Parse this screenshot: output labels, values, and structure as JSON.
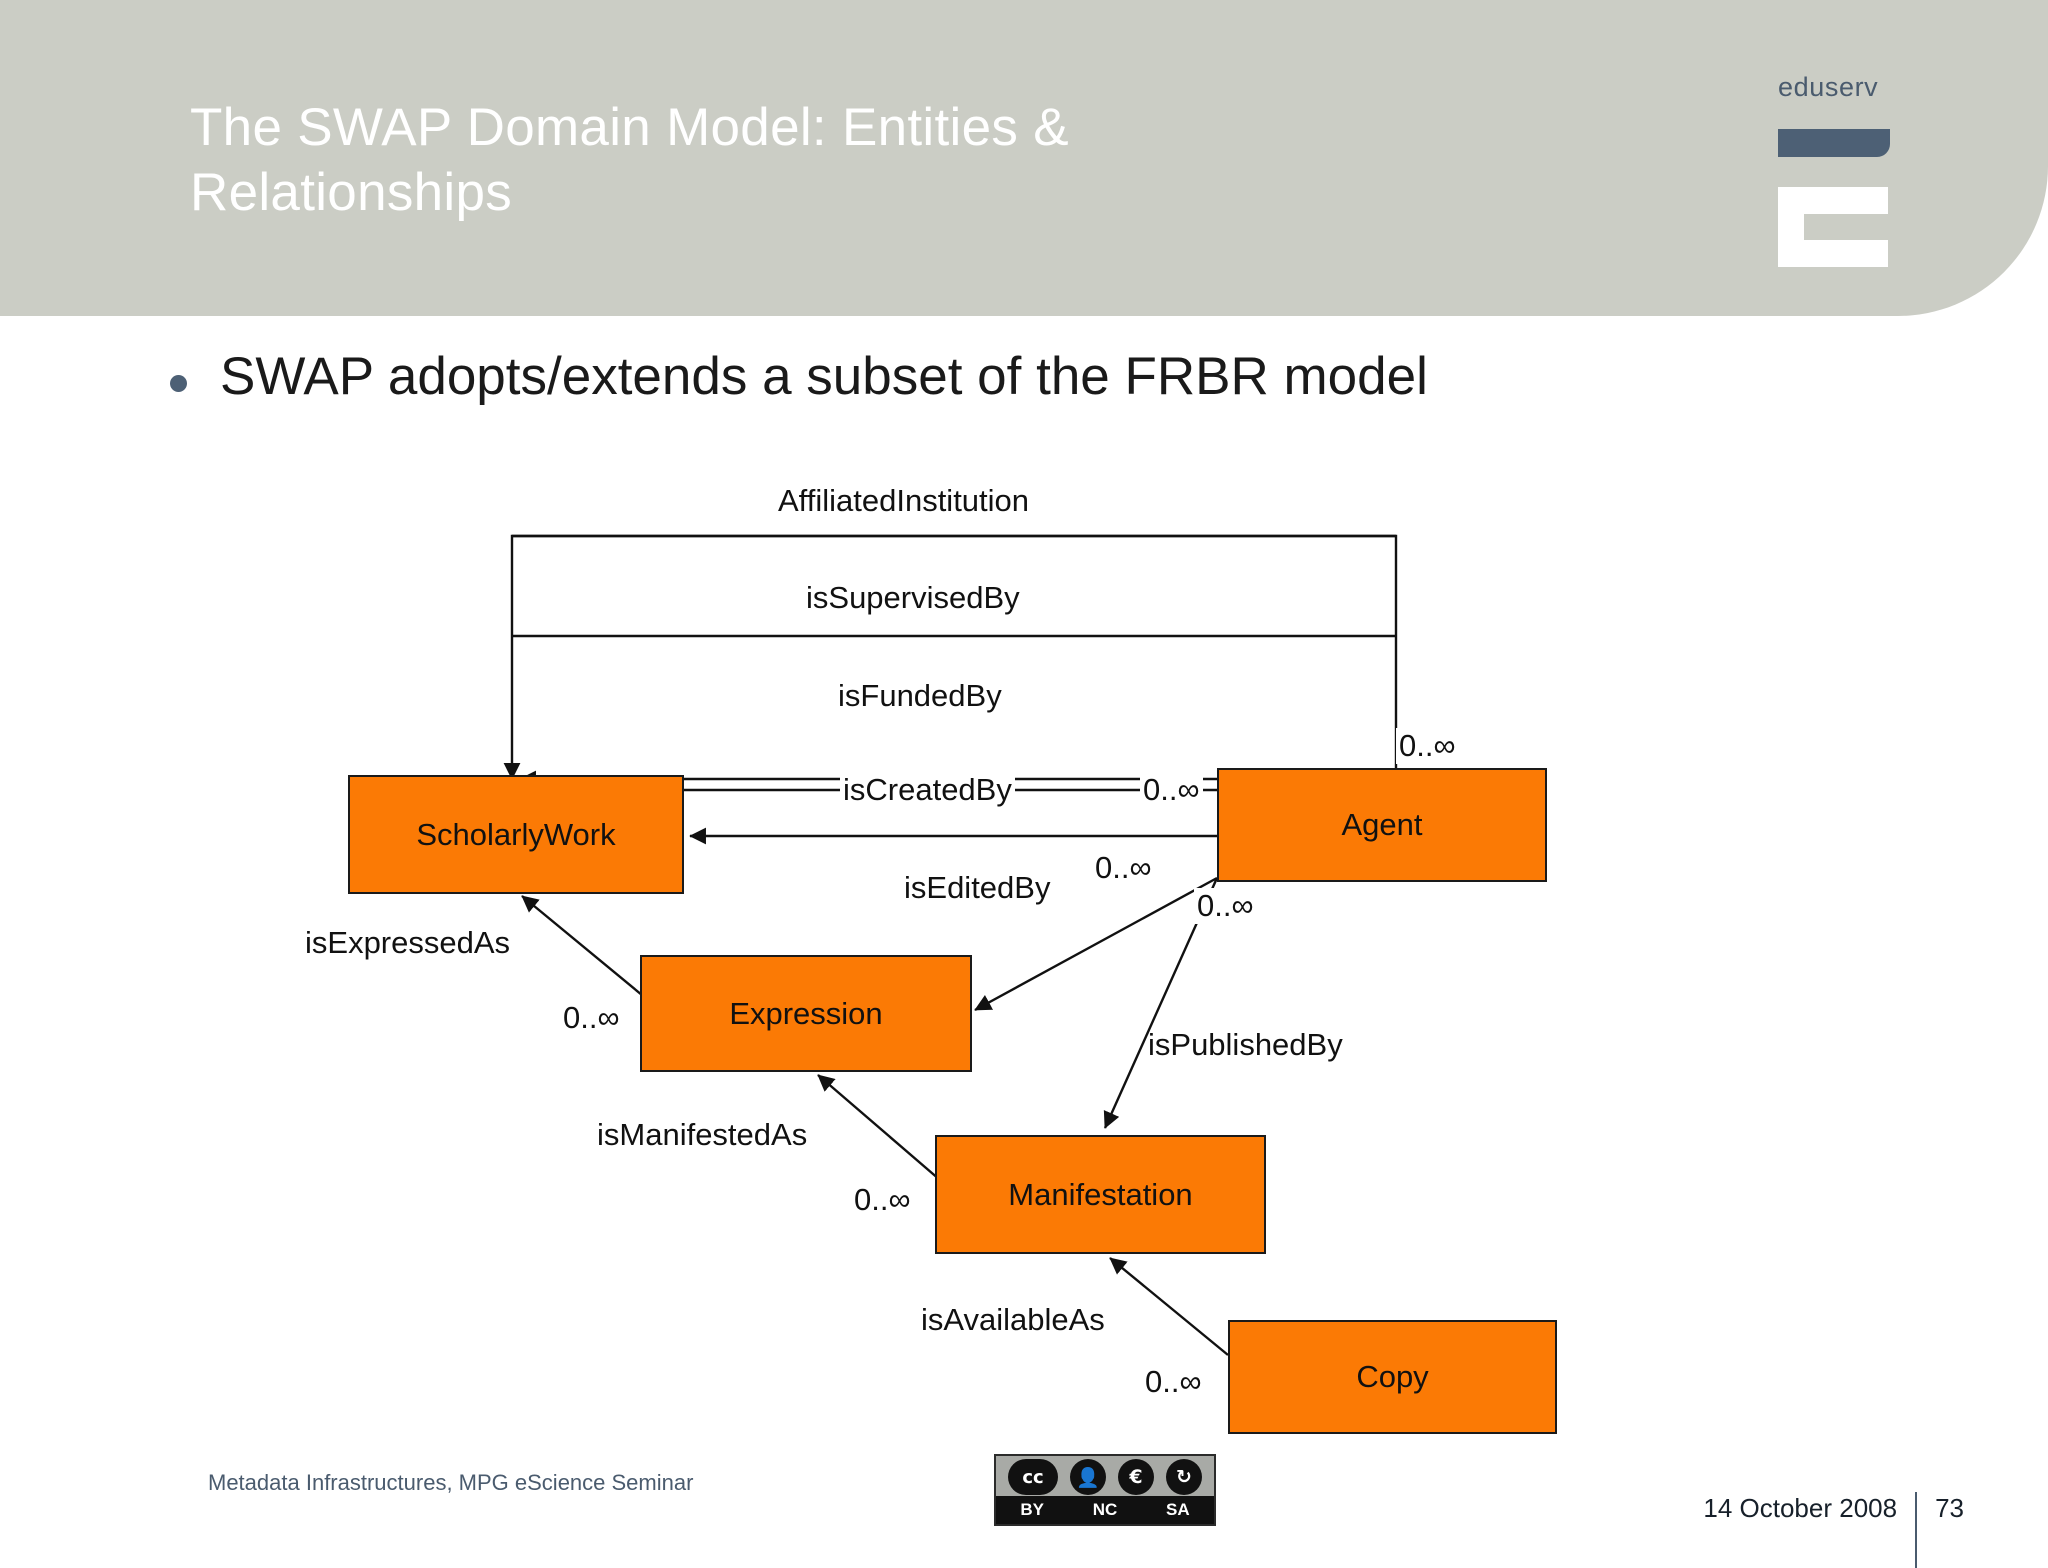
{
  "header": {
    "title": "The SWAP Domain Model: Entities &\nRelationships",
    "logo": {
      "wordmark": "eduserv",
      "bar_color": "#4d6075",
      "band_color": "#cbcdc5"
    }
  },
  "content": {
    "bullets": [
      "SWAP adopts/extends a subset of the FRBR model"
    ]
  },
  "diagram": {
    "accent_color": "#fb7a05",
    "entities": [
      {
        "id": "scholarlywork",
        "label": "ScholarlyWork"
      },
      {
        "id": "agent",
        "label": "Agent"
      },
      {
        "id": "expression",
        "label": "Expression"
      },
      {
        "id": "manifestation",
        "label": "Manifestation"
      },
      {
        "id": "copy",
        "label": "Copy"
      }
    ],
    "relationships": [
      {
        "id": "affiliatedinstitution",
        "label": "AffiliatedInstitution",
        "from": "agent",
        "to": "agent"
      },
      {
        "id": "issupervisedby",
        "label": "isSupervisedBy",
        "from": "scholarlywork",
        "to": "agent"
      },
      {
        "id": "isfundedby",
        "label": "isFundedBy",
        "from": "scholarlywork",
        "to": "agent"
      },
      {
        "id": "iscreatedby",
        "label": "isCreatedBy",
        "from": "scholarlywork",
        "to": "agent"
      },
      {
        "id": "iseditedby",
        "label": "isEditedBy",
        "from": "expression",
        "to": "agent"
      },
      {
        "id": "ispublishedby",
        "label": "isPublishedBy",
        "from": "manifestation",
        "to": "agent"
      },
      {
        "id": "isexpressedas",
        "label": "isExpressedAs",
        "from": "scholarlywork",
        "to": "expression"
      },
      {
        "id": "ismanifestedas",
        "label": "isManifestedAs",
        "from": "expression",
        "to": "manifestation"
      },
      {
        "id": "isavailableas",
        "label": "isAvailableAs",
        "from": "manifestation",
        "to": "copy"
      }
    ],
    "cardinalities": [
      {
        "id": "card-agent-top",
        "value": "0..∞"
      },
      {
        "id": "card-created",
        "value": "0..∞"
      },
      {
        "id": "card-edited",
        "value": "0..∞"
      },
      {
        "id": "card-published",
        "value": "0..∞"
      },
      {
        "id": "card-expressed",
        "value": "0..∞"
      },
      {
        "id": "card-manifested",
        "value": "0..∞"
      },
      {
        "id": "card-available",
        "value": "0..∞"
      }
    ]
  },
  "footer": {
    "left": "Metadata Infrastructures, MPG eScience Seminar",
    "date": "14 October 2008",
    "page_number": "73",
    "license": {
      "cc": "cc",
      "icons": [
        "person-icon",
        "euro-slash-icon",
        "share-alike-icon"
      ],
      "terms": [
        "BY",
        "NC",
        "SA"
      ]
    }
  }
}
